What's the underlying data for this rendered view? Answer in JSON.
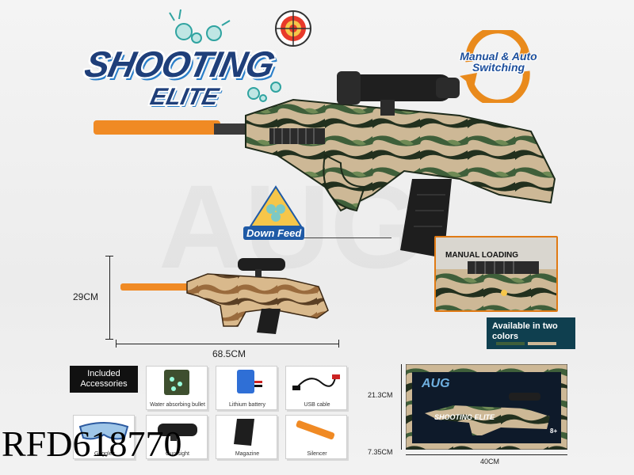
{
  "logo": {
    "title": "SHOOTING",
    "subtitle": "ELITE"
  },
  "badges": {
    "switching": "Manual & Auto Switching",
    "down_feed": "Down Feed",
    "manual_loading": "MANUAL LOADING",
    "colors": "Available in two colors"
  },
  "dimensions": {
    "height": "29CM",
    "length": "68.5CM"
  },
  "accessories": {
    "header": "Included Accessories",
    "items": [
      {
        "label": "Water absorbing bullet"
      },
      {
        "label": "Lithium battery"
      },
      {
        "label": "USB cable"
      },
      {
        "label": "Goggles"
      },
      {
        "label": "Gun sight"
      },
      {
        "label": "Magazine"
      },
      {
        "label": "Silencer"
      }
    ]
  },
  "package": {
    "height": "21.3CM",
    "depth": "7.35CM",
    "width": "40CM",
    "brand": "AUG",
    "logo": "SHOOTING ELITE",
    "age": "8+"
  },
  "item_code": "RFD618770",
  "colors": {
    "camo_green": "#3f5f3a",
    "camo_dark": "#22301e",
    "camo_tan": "#cdb896",
    "camo_brown": "#9a6b3d",
    "orange_tip": "#f08a24",
    "logo_blue": "#1f3f7a"
  }
}
